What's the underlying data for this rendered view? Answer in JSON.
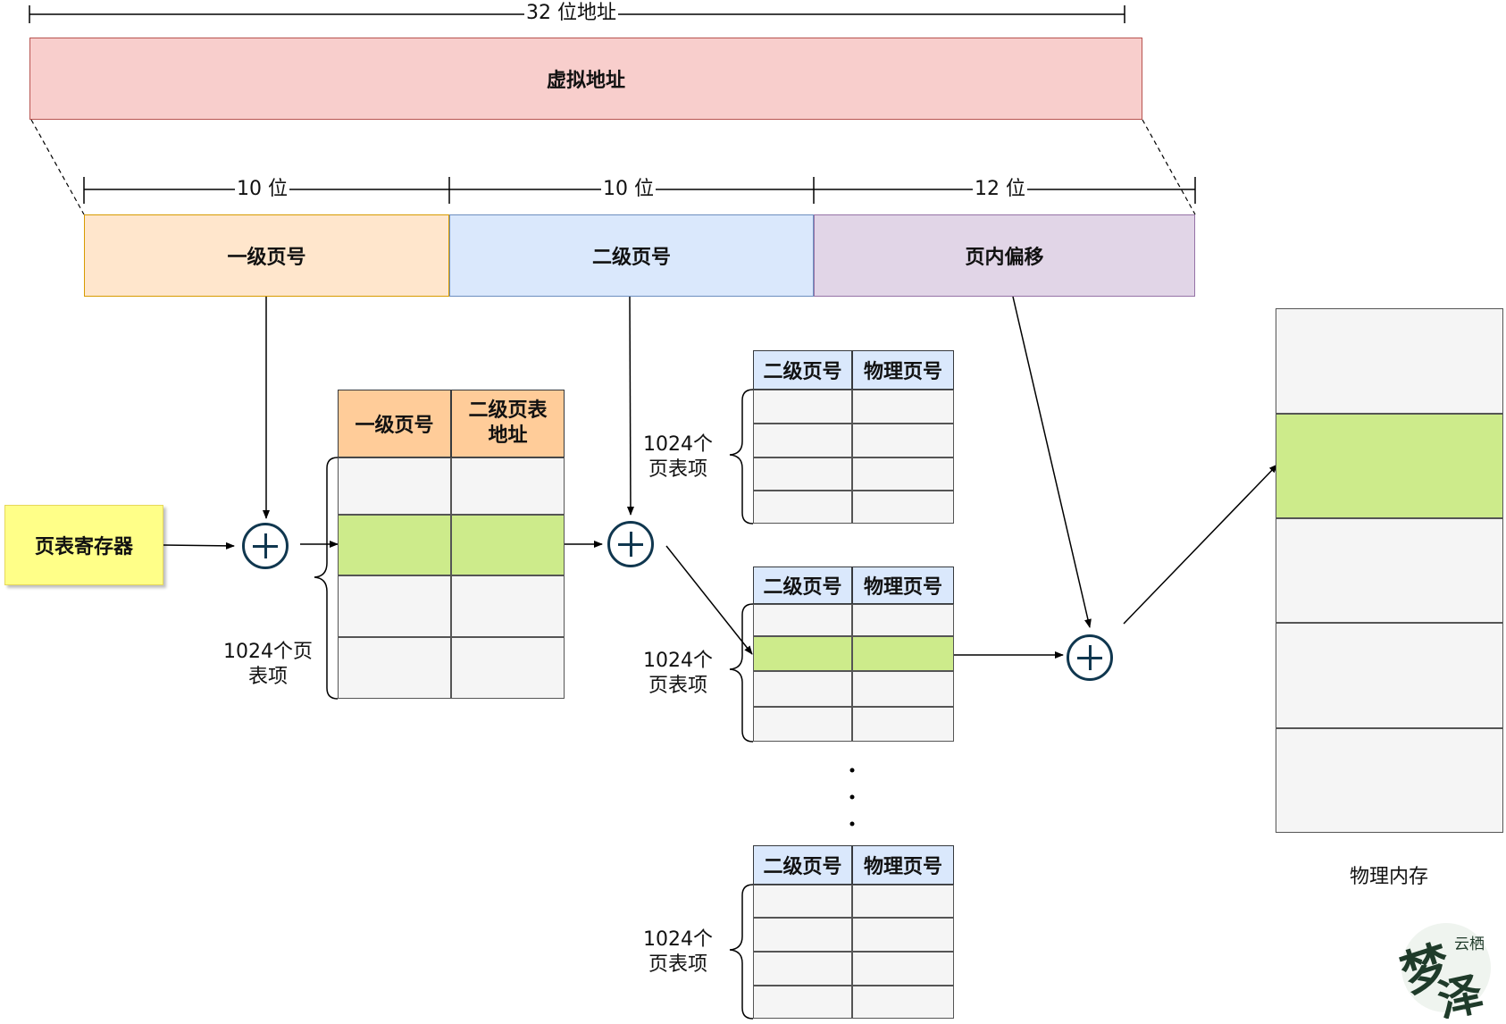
{
  "virtual_address": {
    "label": "虚拟地址",
    "width_label": "32 位地址"
  },
  "fields": [
    {
      "label": "一级页号",
      "bits_label": "10 位"
    },
    {
      "label": "二级页号",
      "bits_label": "10 位"
    },
    {
      "label": "页内偏移",
      "bits_label": "12 位"
    }
  ],
  "page_table_register": "页表寄存器",
  "first_level_table": {
    "headers": [
      "一级页号",
      "二级页表地址"
    ],
    "entries_label": "1024个页表项"
  },
  "second_level_tables": {
    "headers": [
      "二级页号",
      "物理页号"
    ],
    "entries_label": "1024个页表项"
  },
  "physical_memory_label": "物理内存",
  "watermark": "梦泽",
  "watermark_small": "云栖",
  "colors": {
    "virtual_address": "#f8cecc",
    "first_field": "#ffe6cc",
    "second_field": "#dae8fc",
    "offset_field": "#e1d5e7",
    "register": "#ffff88",
    "highlight": "#cdeb8b",
    "adder": "#10374f"
  },
  "icons": [
    "adder-plus-icon"
  ]
}
